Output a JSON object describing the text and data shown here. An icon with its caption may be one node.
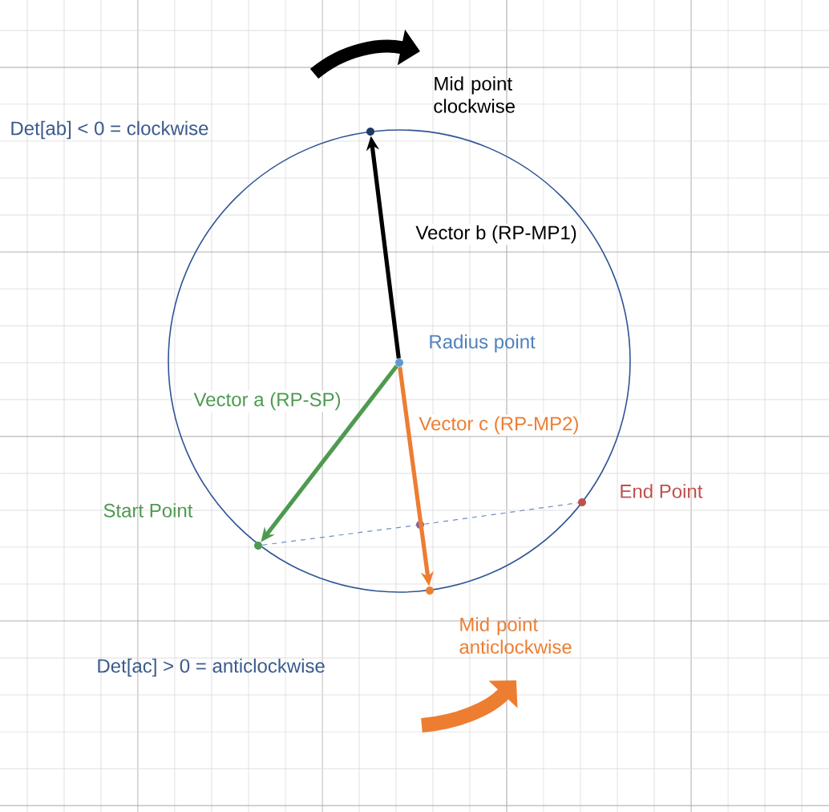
{
  "diagram": {
    "nodes": [
      {
        "text": [],
        "shape": "circle",
        "beside": [
          "Mid point clockwise"
        ]
      },
      {
        "text": [],
        "shape": "circle",
        "beside": [
          "Radius point"
        ]
      },
      {
        "text": [],
        "shape": "circle",
        "beside": [
          "Start Point"
        ]
      },
      {
        "text": [],
        "shape": "circle",
        "beside": [
          "End Point"
        ]
      },
      {
        "text": [],
        "shape": "circle"
      },
      {
        "text": [],
        "shape": "circle",
        "beside": [
          "Mid point anticlockwise"
        ]
      }
    ],
    "edges": [
      {
        "from": 1,
        "to": 0,
        "arrow": "to",
        "label": "Vector b (RP-MP1)",
        "color": "#000000"
      },
      {
        "from": 1,
        "to": 2,
        "arrow": "to",
        "label": "Vector a (RP-SP)",
        "color": "#4e9a50"
      },
      {
        "from": 1,
        "to": 5,
        "arrow": "to",
        "label": "Vector c (RP-MP2)",
        "color": "#ed7d31"
      },
      {
        "from": 2,
        "to": 4,
        "arrow": "none",
        "style": "dashed",
        "color": "#6f8cc0"
      },
      {
        "from": 4,
        "to": 3,
        "arrow": "none",
        "style": "dashed",
        "color": "#6f8cc0"
      }
    ],
    "labels": [
      "Det[ab] < 0 = clockwise",
      "Det[ac] > 0 = anticlockwise"
    ]
  }
}
